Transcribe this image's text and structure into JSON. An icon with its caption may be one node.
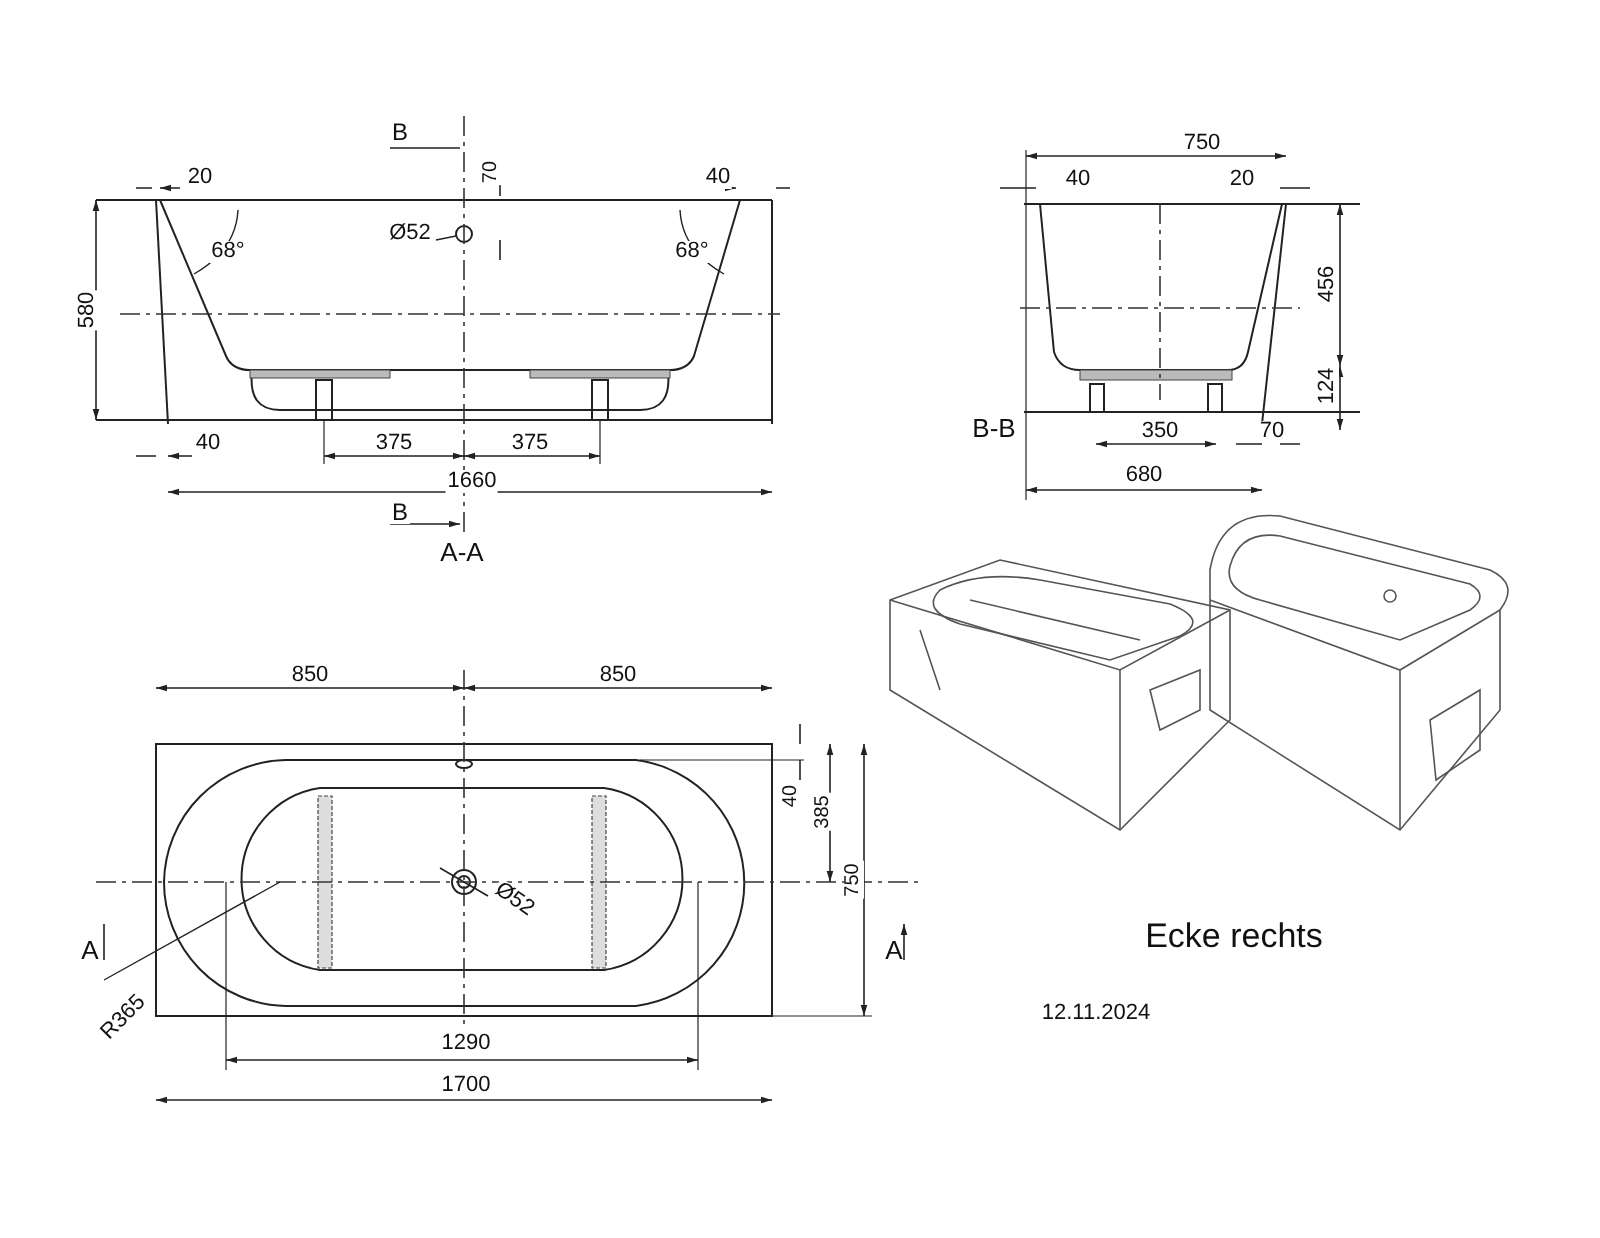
{
  "diagram": {
    "labels": [
      "B",
      "750",
      "20",
      "70",
      "40",
      "40",
      "20",
      "68°",
      "Ø52",
      "68°",
      "580",
      "456",
      "124",
      "40",
      "375",
      "375",
      "B-B",
      "350",
      "70",
      "1660",
      "680",
      "B",
      "A-A",
      "850",
      "850",
      "40",
      "385",
      "750",
      "A",
      "Ø52",
      "A",
      "Ecke rechts",
      "R365",
      "12.11.2024",
      "1290",
      "1700"
    ]
  }
}
